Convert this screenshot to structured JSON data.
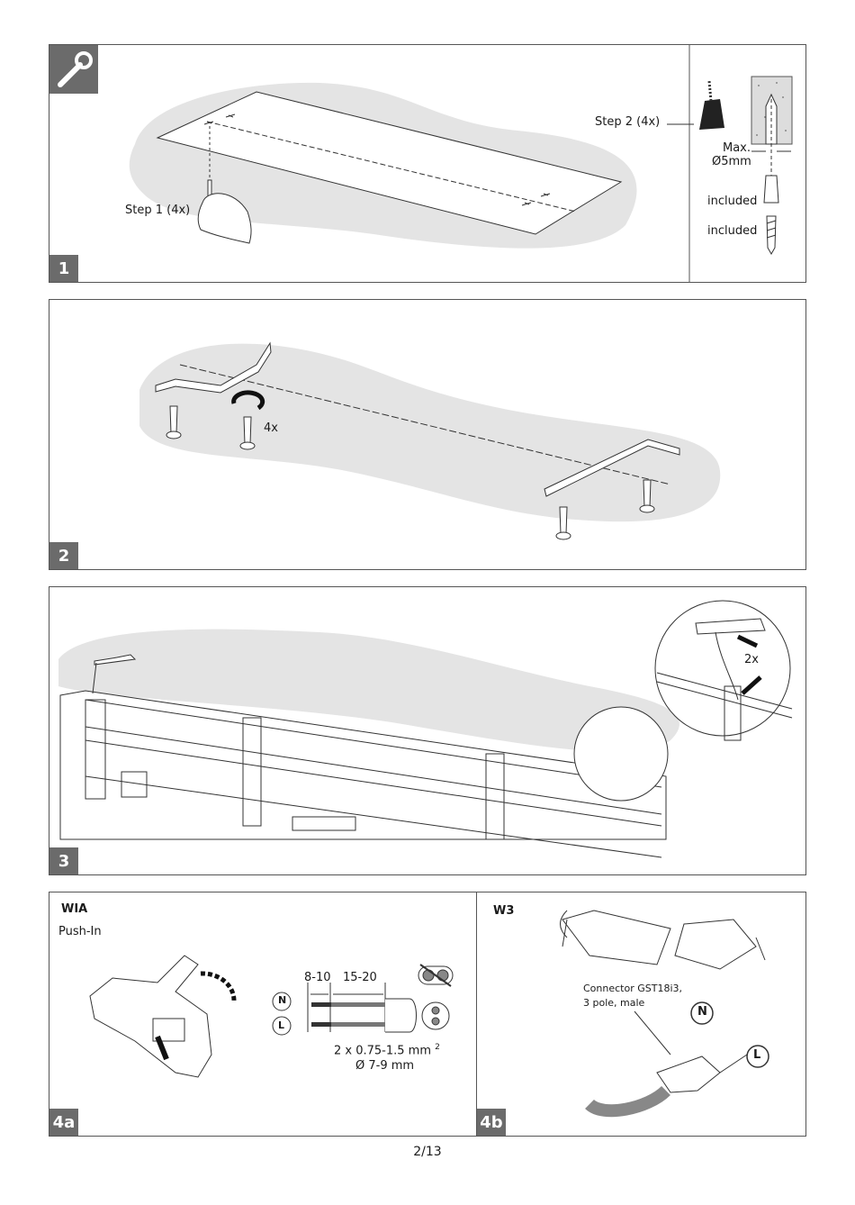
{
  "panel1": {
    "badge": "1",
    "step1": "Step 1 (4x)",
    "step2": "Step 2 (4x)",
    "max": "Max.",
    "diameter": "Ø5mm",
    "included_1": "included",
    "included_2": "included"
  },
  "panel2": {
    "badge": "2",
    "count": "4x"
  },
  "panel3": {
    "badge": "3",
    "count": "2x"
  },
  "panel4a": {
    "badge": "4a",
    "title": "WIA",
    "subtitle": "Push-In",
    "dim1": "8-10",
    "dim2": "15-20",
    "neutral": "N",
    "live": "L",
    "wire_spec": "2 x 0.75-1.5 mm",
    "wire_spec_exp": "2",
    "diameter": "Ø 7-9 mm"
  },
  "panel4b": {
    "badge": "4b",
    "title": "W3",
    "connector_line1": "Connector GST18i3,",
    "connector_line2": "3 pole, male",
    "neutral": "N",
    "live": "L"
  },
  "footer": {
    "page": "2/13"
  }
}
